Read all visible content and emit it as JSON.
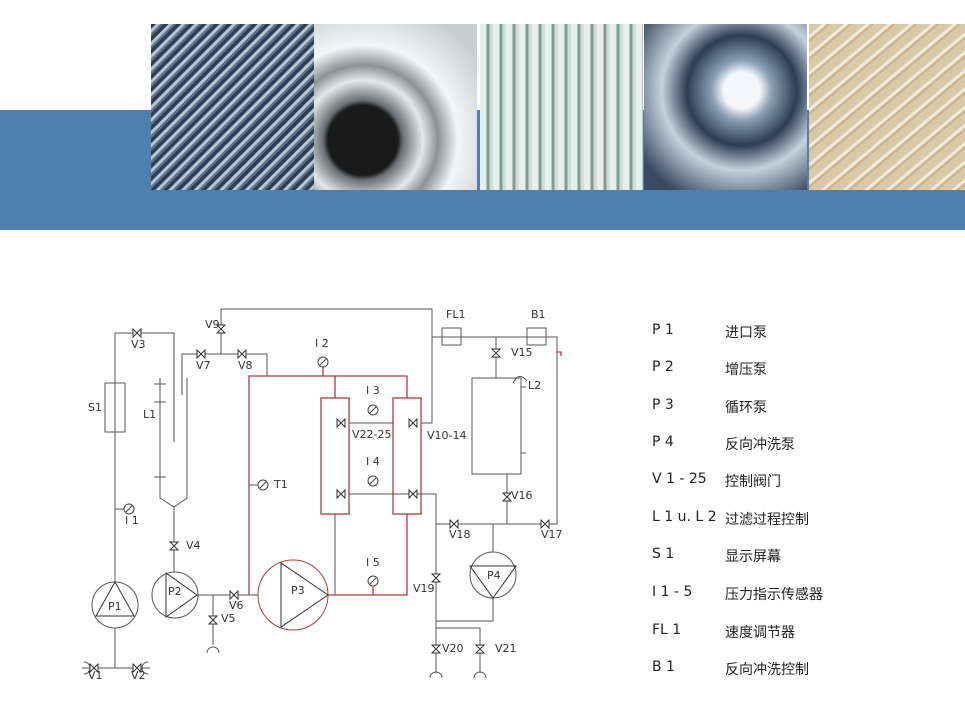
{
  "header": {
    "photos": [
      "tubes-photo",
      "ring-photo",
      "plates-photo",
      "machine-photo",
      "sheets-photo"
    ]
  },
  "diagram": {
    "labels": {
      "P1": "P1",
      "P2": "P2",
      "P3": "P3",
      "P4": "P4",
      "V1": "V1",
      "V2": "V2",
      "V3": "V3",
      "V4": "V4",
      "V5": "V5",
      "V6": "V6",
      "V7": "V7",
      "V8": "V8",
      "V9": "V9",
      "V10_14": "V10-14",
      "V15": "V15",
      "V16": "V16",
      "V17": "V17",
      "V18": "V18",
      "V19": "V19",
      "V20": "V20",
      "V21": "V21",
      "V22_25": "V22-25",
      "S1": "S1",
      "L1": "L1",
      "L2": "L2",
      "T1": "T1",
      "I1": "I 1",
      "I2": "I 2",
      "I3": "I 3",
      "I4": "I 4",
      "I5": "I 5",
      "FL1": "FL1",
      "B1": "B1"
    },
    "colors": {
      "pipe": "#555555",
      "loop": "#b03a3a",
      "band": "#4d80ae"
    }
  },
  "legend": [
    {
      "code": "P 1",
      "desc": "进口泵"
    },
    {
      "code": "P 2",
      "desc": "增压泵"
    },
    {
      "code": "P 3",
      "desc": "循环泵"
    },
    {
      "code": "P 4",
      "desc": "反向冲洗泵"
    },
    {
      "code": "V 1 - 25",
      "desc": "控制阀门"
    },
    {
      "code": "L 1 u. L 2",
      "desc": "过滤过程控制"
    },
    {
      "code": "S 1",
      "desc": "显示屏幕"
    },
    {
      "code": "I 1 - 5",
      "desc": "压力指示传感器"
    },
    {
      "code": "FL 1",
      "desc": "速度调节器"
    },
    {
      "code": "B 1",
      "desc": "反向冲洗控制"
    }
  ]
}
